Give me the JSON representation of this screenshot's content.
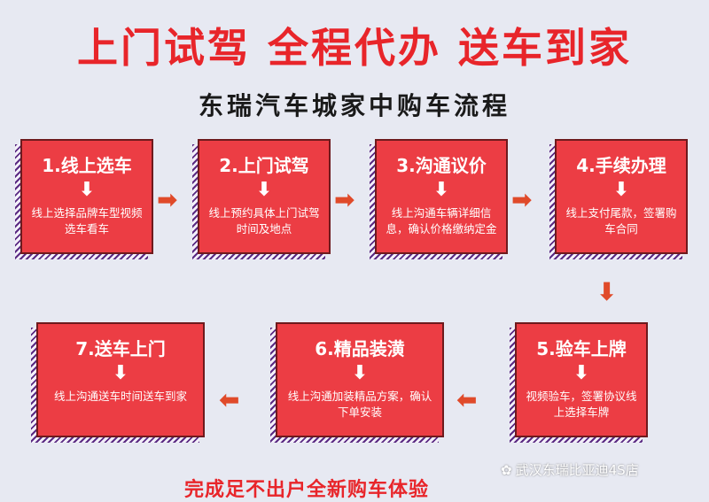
{
  "title": "上门试驾 全程代办 送车到家",
  "subtitle": "东瑞汽车城家中购车流程",
  "steps": [
    {
      "head": "1.线上选车",
      "desc": "线上选择品牌车型视频选车看车"
    },
    {
      "head": "2.上门试驾",
      "desc": "线上预约具体上门试驾时间及地点"
    },
    {
      "head": "3.沟通议价",
      "desc": "线上沟通车辆详细信息，确认价格缴纳定金"
    },
    {
      "head": "4.手续办理",
      "desc": "线上支付尾款，签署购车合同"
    },
    {
      "head": "5.验车上牌",
      "desc": "视频验车，签署协议线上选择车牌"
    },
    {
      "head": "6.精品装潢",
      "desc": "线上沟通加装精品方案，确认下单安装"
    },
    {
      "head": "7.送车上门",
      "desc": "线上沟通送车时间送车到家"
    }
  ],
  "footer": "完成足不出户全新购车体验",
  "watermark": "武汉东瑞比亚迪4S店",
  "icons": {
    "down_arrow": "⬇",
    "right_arrow": "➡",
    "left_arrow": "⬅",
    "wechat": "wechat-icon"
  },
  "colors": {
    "title_red": "#e8252a",
    "card_red": "#ec3d44",
    "stripe_purple": "#5a2a82",
    "background": "#e7e9f2",
    "arrow": "#e04a2a"
  }
}
